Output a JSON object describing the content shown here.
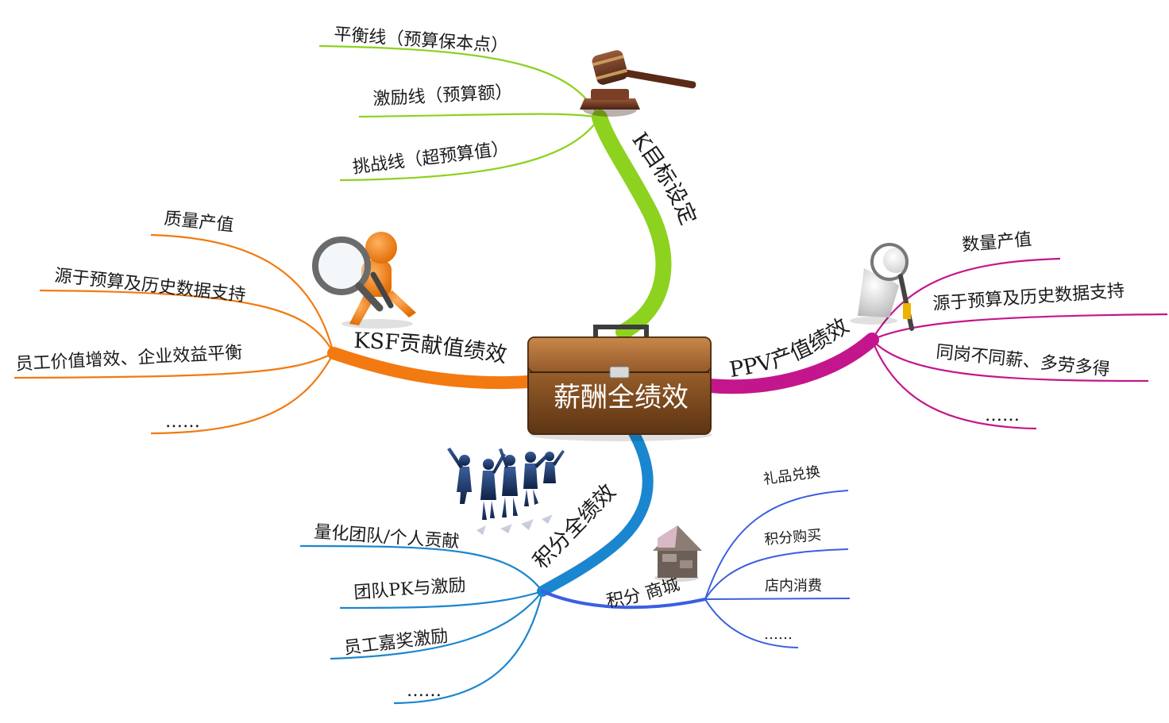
{
  "center": {
    "label": "薪酬全绩效"
  },
  "branches": {
    "k_target": {
      "label": "K目标设定",
      "color": "#8cd21f",
      "items": [
        "平衡线（预算保本点）",
        "激励线（预算额）",
        "挑战线（超预算值）"
      ]
    },
    "ksf": {
      "label": "KSF贡献值绩效",
      "color": "#f27a11",
      "items": [
        "质量产值",
        "源于预算及历史数据支持",
        "员工价值增效、企业效益平衡",
        "……"
      ]
    },
    "ppv": {
      "label": "PPV产值绩效",
      "color": "#c4168c",
      "items": [
        "数量产值",
        "源于预算及历史数据支持",
        "同岗不同薪、多劳多得",
        "……"
      ]
    },
    "points": {
      "label": "积分全绩效",
      "color": "#1a86cf",
      "items": [
        "量化团队/个人贡献",
        "团队PK与激励",
        "员工嘉奖激励",
        "……"
      ]
    },
    "mall": {
      "label": "积分 商城",
      "color": "#3a5fe0",
      "items": [
        "礼品兑换",
        "积分购买",
        "店内消费",
        "……"
      ]
    }
  }
}
